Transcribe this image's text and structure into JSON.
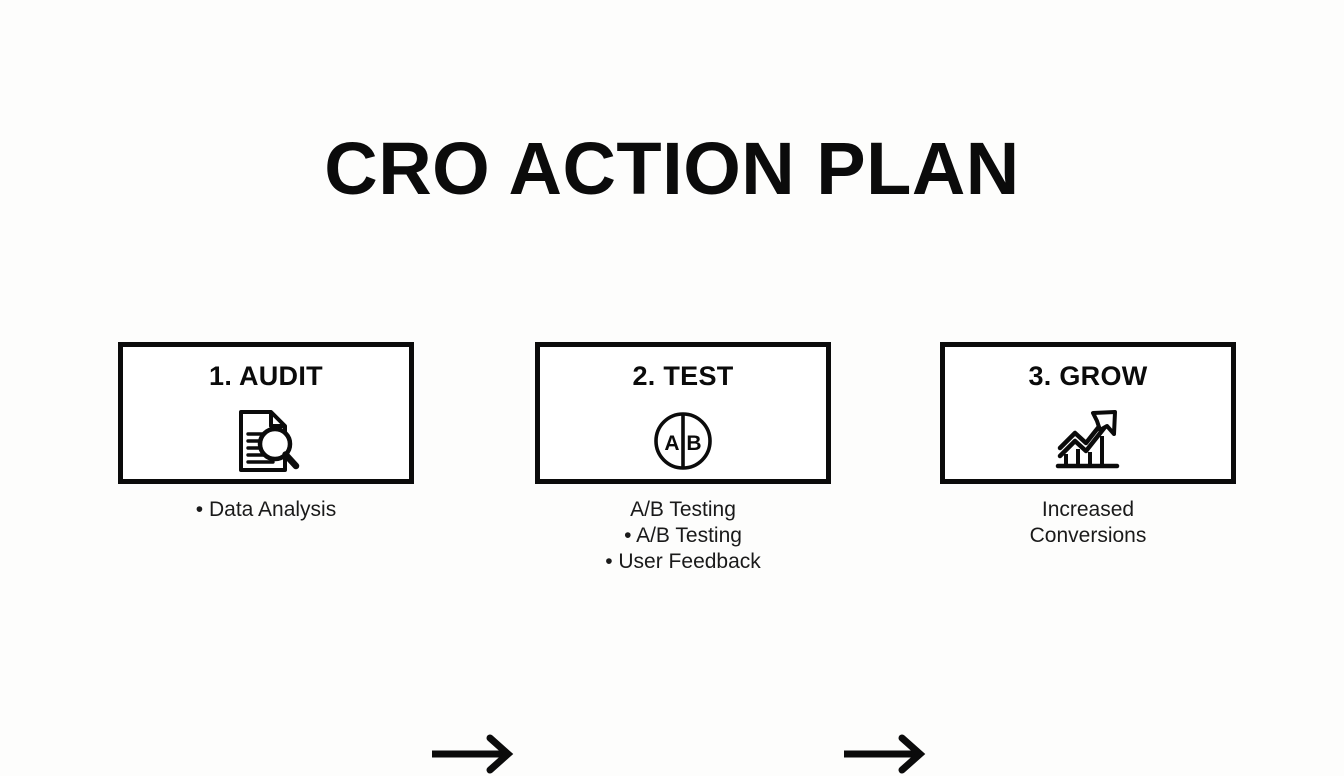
{
  "slide": {
    "title": "CRO ACTION PLAN",
    "background_color": "#fdfdfc",
    "ink_color": "#0b0b0b"
  },
  "steps": [
    {
      "heading": "1. AUDIT",
      "icon": "document-magnifier-icon",
      "caption_lines": [
        "• Data Analysis"
      ]
    },
    {
      "heading": "2. TEST",
      "icon": "ab-test-circle-icon",
      "icon_labels": {
        "left": "A",
        "right": "B"
      },
      "caption_lines": [
        "A/B Testing",
        "• A/B Testing",
        "• User Feedback"
      ]
    },
    {
      "heading": "3. GROW",
      "icon": "growth-chart-arrow-icon",
      "caption_lines": [
        "Increased",
        "Conversions"
      ]
    }
  ],
  "arrows": [
    {
      "name": "arrow-audit-to-test",
      "direction": "right"
    },
    {
      "name": "arrow-test-to-grow",
      "direction": "right"
    }
  ]
}
